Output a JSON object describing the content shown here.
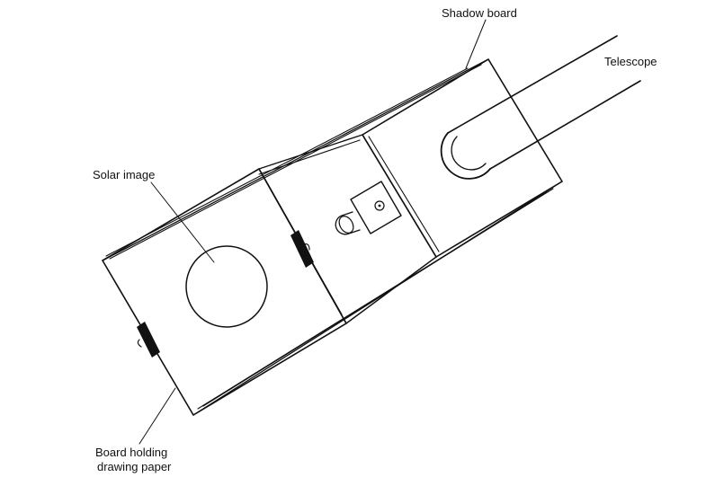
{
  "diagram": {
    "labels": {
      "shadow_board": "Shadow board",
      "telescope": "Telescope",
      "solar_image": "Solar image",
      "board_line1": "Board holding",
      "board_line2": "drawing paper"
    },
    "colors": {
      "ink": "#111111",
      "background": "#ffffff",
      "clip": "#111111"
    }
  }
}
